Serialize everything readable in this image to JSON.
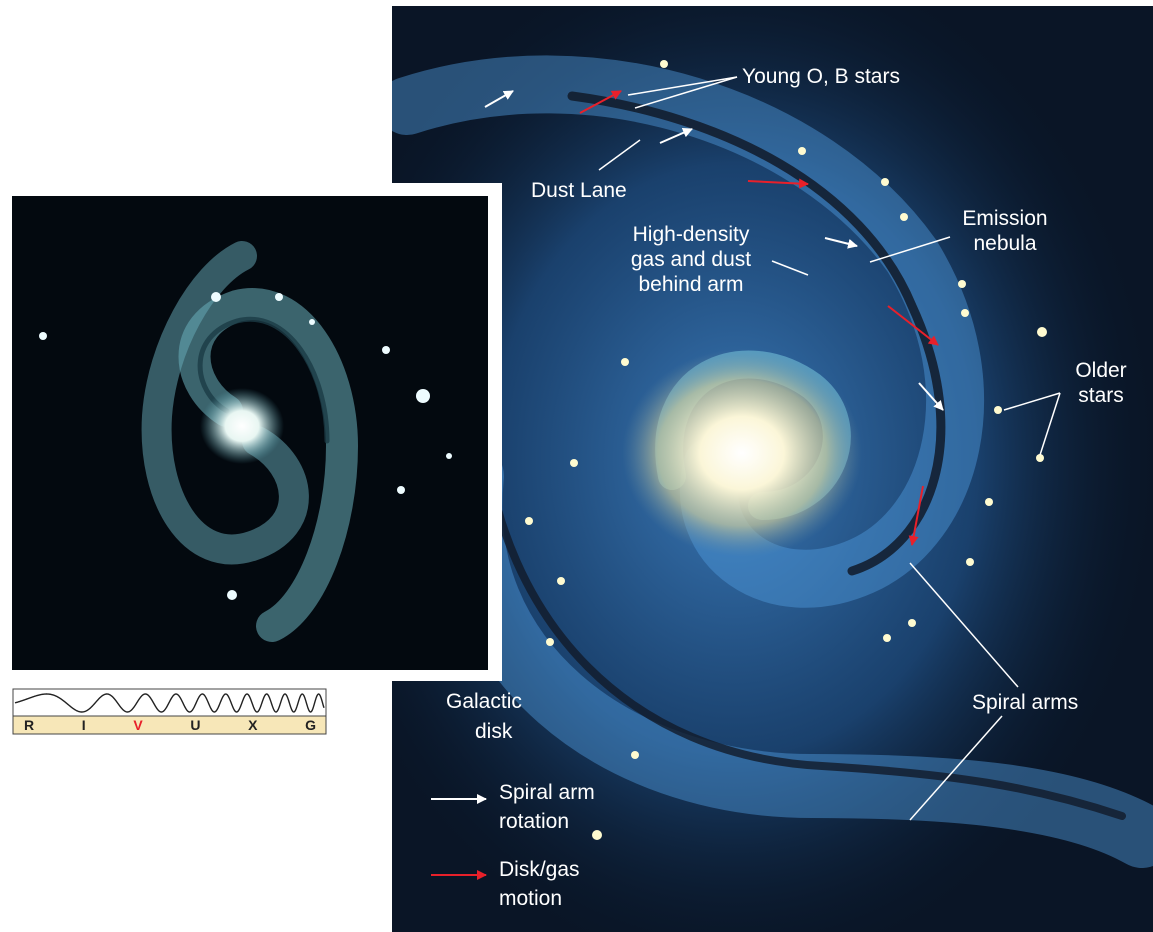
{
  "labels": {
    "young_ob_stars": "Young O, B stars",
    "dust_lane": "Dust Lane",
    "high_density_1": "High-density",
    "high_density_2": "gas and dust",
    "high_density_3": "behind arm",
    "emission_1": "Emission",
    "emission_2": "nebula",
    "older_1": "Older",
    "older_2": "stars",
    "galactic_1": "Galactic",
    "galactic_2": "disk",
    "spiral_arms": "Spiral arms"
  },
  "legend": {
    "white_line1": "Spiral arm",
    "white_line2": "rotation",
    "red_line1": "Disk/gas",
    "red_line2": "motion"
  },
  "spectrum": {
    "bands": [
      "R",
      "I",
      "V",
      "U",
      "X",
      "G"
    ],
    "active_band": "V"
  },
  "colors": {
    "spiral_arm_rotation": "#ffffff",
    "disk_gas_motion": "#e8202a",
    "active_band": "#e8202a",
    "spectrum_strip": "#f7e7b8"
  }
}
